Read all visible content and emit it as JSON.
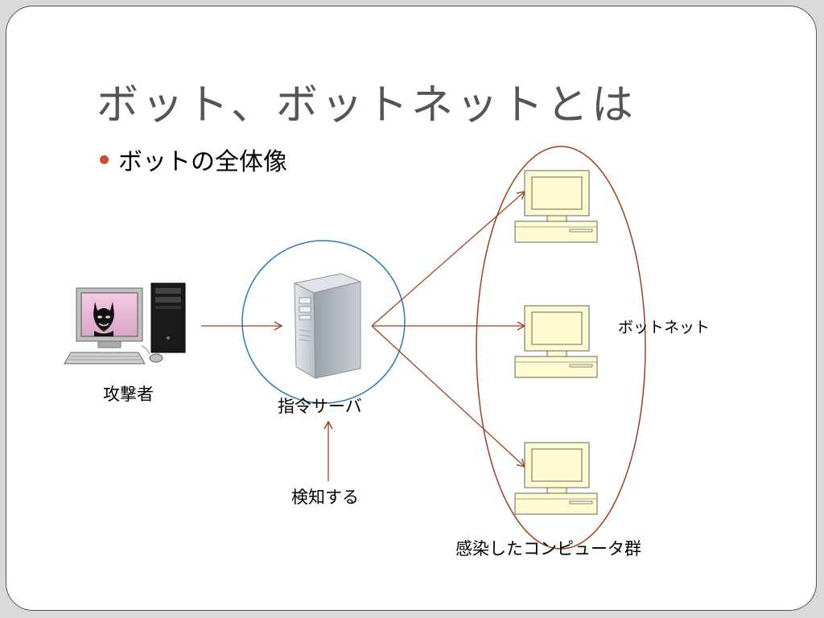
{
  "slide": {
    "title": "ボット、ボットネットとは",
    "bullet": "ボットの全体像"
  },
  "diagram": {
    "attacker_label": "攻撃者",
    "server_label": "指令サーバ",
    "detect_label": "検知する",
    "botnet_label": "ボットネット",
    "infected_label": "感染したコンピュータ群"
  },
  "colors": {
    "title": "#555555",
    "bullet": "#c8502a",
    "arrow": "#a0401e",
    "server_circle": "#2e78b7",
    "botnet_ellipse": "#a0401e",
    "pc_fill": "#fffbd0"
  },
  "icons": [
    "attacker-computer-icon",
    "devil-face-icon",
    "server-tower-icon",
    "computer-icon"
  ]
}
